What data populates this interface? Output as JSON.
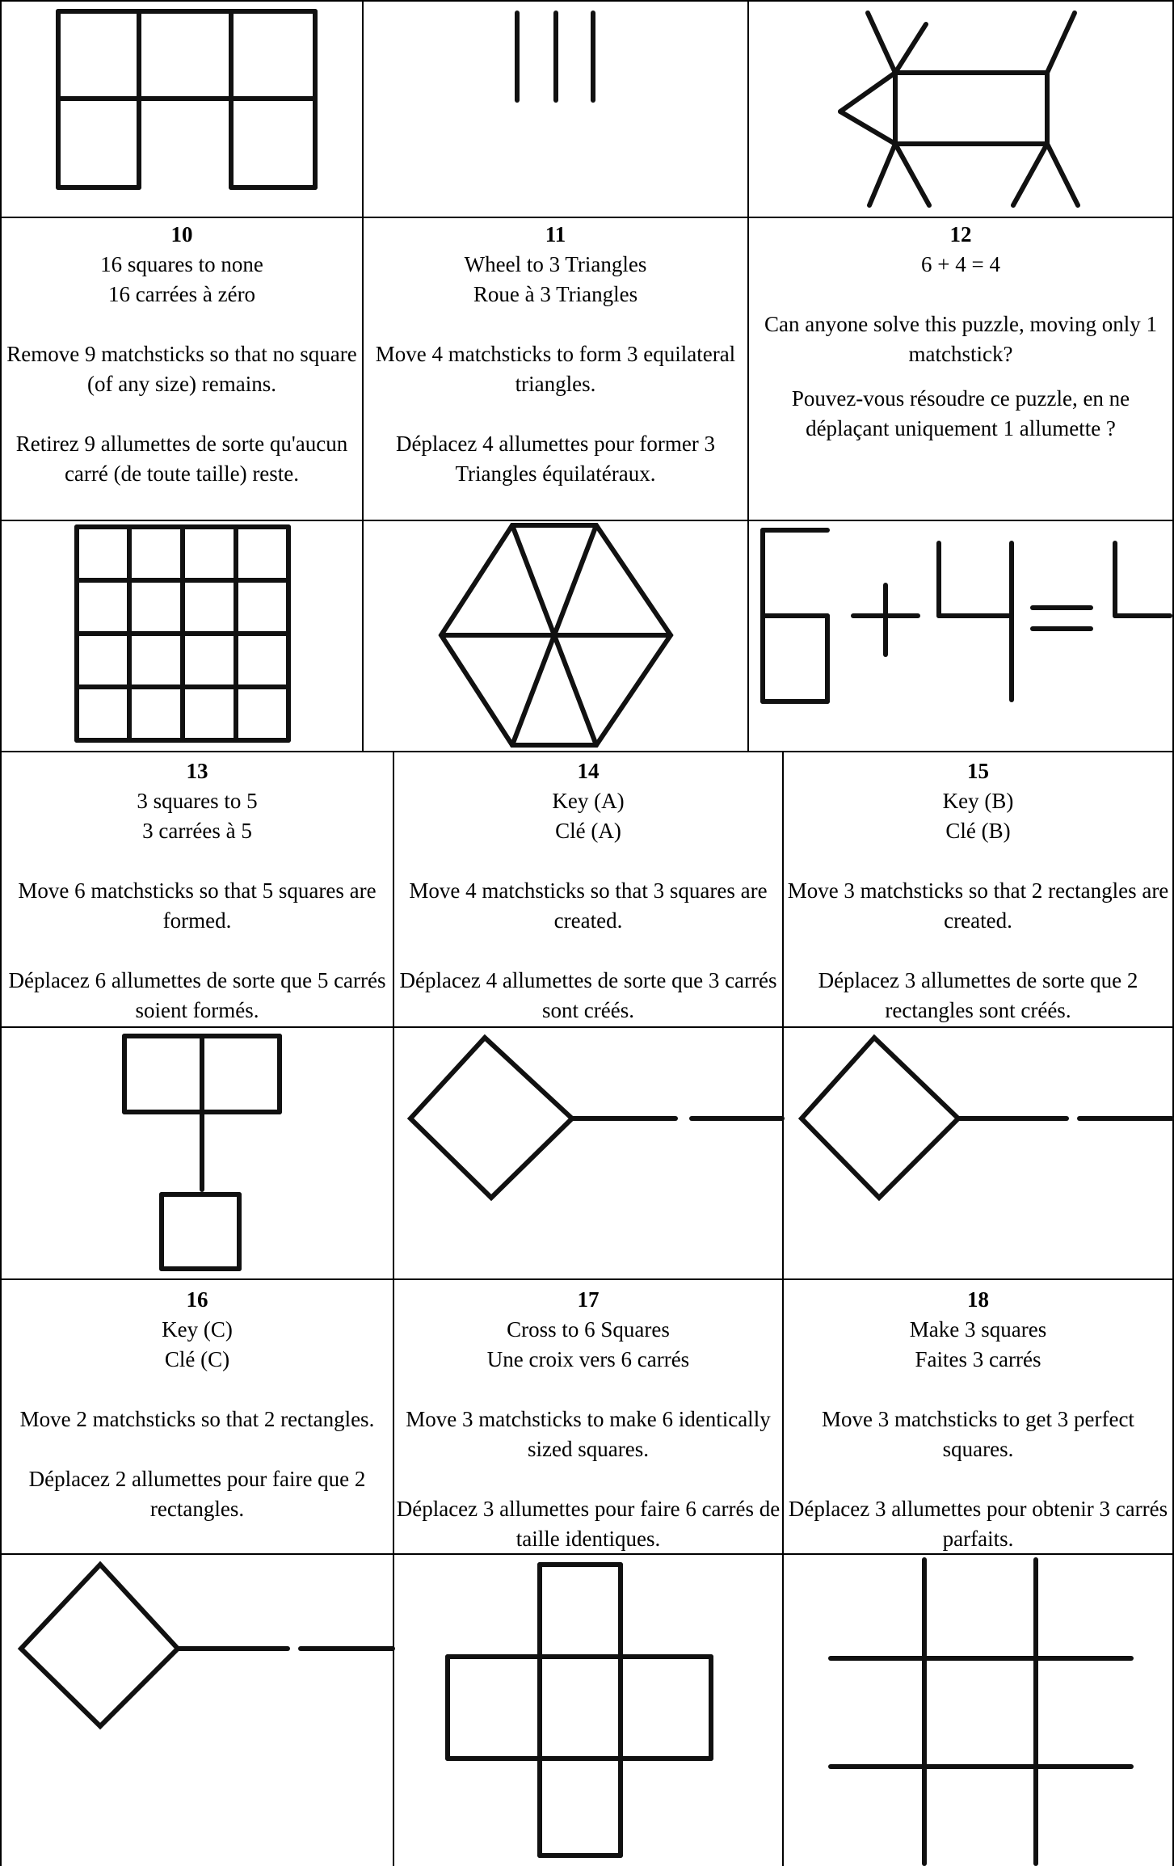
{
  "puzzles": [
    {
      "number": "10",
      "title_en": "16 squares to none",
      "title_fr": "16 carrées à zéro",
      "desc_en": "Remove 9 matchsticks so that no square (of any size) remains.",
      "desc_fr": "Retirez 9 allumettes de sorte qu'aucun carré (de toute taille) reste."
    },
    {
      "number": "11",
      "title_en": "Wheel to 3 Triangles",
      "title_fr": "Roue à 3 Triangles",
      "desc_en": "Move 4 matchsticks to form 3 equilateral triangles.",
      "desc_fr": "Déplacez 4 allumettes pour former 3 Triangles équilatéraux."
    },
    {
      "number": "12",
      "title_en": "6 + 4 = 4",
      "title_fr": "",
      "desc_en": "Can anyone solve this puzzle, moving only 1 matchstick?",
      "desc_fr": "Pouvez-vous résoudre ce puzzle, en ne déplaçant uniquement 1 allumette ?"
    },
    {
      "number": "13",
      "title_en": "3 squares to 5",
      "title_fr": "3 carrées à 5",
      "desc_en": "Move 6 matchsticks so that 5 squares are formed.",
      "desc_fr": "Déplacez 6 allumettes de sorte que 5 carrés soient formés."
    },
    {
      "number": "14",
      "title_en": "Key (A)",
      "title_fr": "Clé (A)",
      "desc_en": "Move 4 matchsticks so that 3 squares are created.",
      "desc_fr": "Déplacez 4 allumettes de sorte que 3 carrés sont créés."
    },
    {
      "number": "15",
      "title_en": "Key (B)",
      "title_fr": "Clé (B)",
      "desc_en": "Move 3 matchsticks so that 2 rectangles are created.",
      "desc_fr": "Déplacez 3 allumettes de sorte que 2 rectangles sont créés."
    },
    {
      "number": "16",
      "title_en": "Key (C)",
      "title_fr": "Clé (C)",
      "desc_en": "Move 2 matchsticks so that 2 rectangles.",
      "desc_fr": "Déplacez 2 allumettes pour faire que 2 rectangles."
    },
    {
      "number": "17",
      "title_en": "Cross to 6 Squares",
      "title_fr": "Une croix vers 6 carrés",
      "desc_en": "Move 3 matchsticks to make 6 identically sized squares.",
      "desc_fr": "Déplacez 3 allumettes pour faire 6 carrés de taille identiques."
    },
    {
      "number": "18",
      "title_en": "Make 3 squares",
      "title_fr": "Faites 3 carrés",
      "desc_en": "Move 3 matchsticks to get 3 perfect squares.",
      "desc_fr": "Déplacez 3 allumettes pour obtenir 3 carrés parfaits."
    }
  ]
}
